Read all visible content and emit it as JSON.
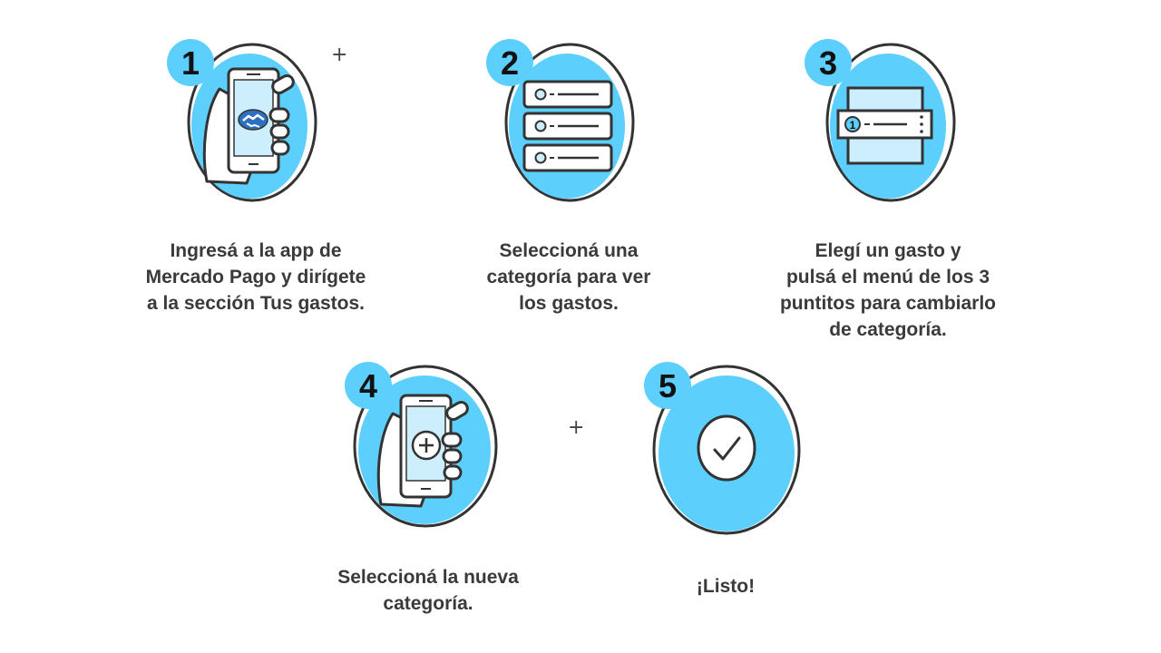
{
  "colors": {
    "accent": "#5dcffd",
    "outline": "#333333",
    "screen": "#cdeefd",
    "text": "#3a3a3a"
  },
  "decorations": {
    "plus_symbol": "+"
  },
  "steps": [
    {
      "number": "1",
      "icon": "phone-in-hand-icon",
      "caption": "Ingresá a la app de\nMercado Pago y dirígete\na la sección Tus gastos."
    },
    {
      "number": "2",
      "icon": "category-list-icon",
      "caption": "Seleccioná una\ncategoría para ver\nlos gastos."
    },
    {
      "number": "3",
      "icon": "expense-menu-icon",
      "caption": "Elegí un gasto y\npulsá el menú de los 3\npuntitos para cambiarlo\nde categoría.",
      "row_badge": "1"
    },
    {
      "number": "4",
      "icon": "phone-add-icon",
      "caption": "Seleccioná la nueva\ncategoría."
    },
    {
      "number": "5",
      "icon": "check-circle-icon",
      "caption": "¡Listo!"
    }
  ]
}
